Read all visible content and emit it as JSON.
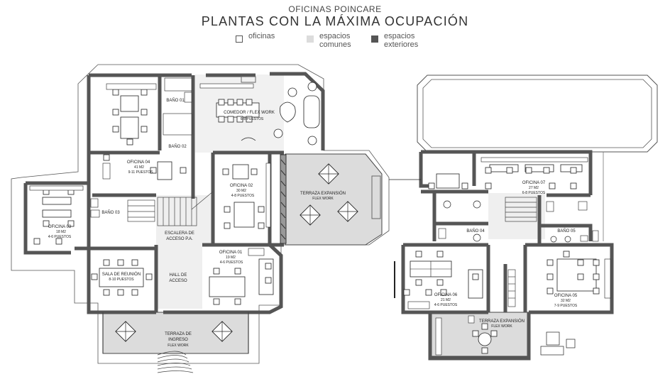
{
  "header": {
    "subtitle": "OFICINAS POINCARE",
    "title": "PLANTAS CON LA MÁXIMA OCUPACIÓN"
  },
  "legend": [
    {
      "label": "oficinas",
      "color": "#ffffff"
    },
    {
      "label": "espacios\ncomunes",
      "color": "#dcdcdc"
    },
    {
      "label": "espacios\nexteriores",
      "color": "#555555"
    }
  ],
  "rooms": {
    "bano_01": "BAÑO 01",
    "bano_02": "BAÑO 02",
    "bano_03": "BAÑO 03",
    "bano_04": "BAÑO 04",
    "bano_05": "BAÑO 05",
    "comedor": [
      "COMEDOR / FLEX WORK",
      "6-8 PUESTOS"
    ],
    "oficina_04": [
      "OFICINA 04",
      "41 M2",
      "9-11 PUESTOS"
    ],
    "oficina_03": [
      "OFICINA 03",
      "18 M2",
      "4-6 PUESTOS"
    ],
    "oficina_02": [
      "OFICINA 02",
      "30 M2",
      "4-8 PUESTOS"
    ],
    "oficina_01": [
      "OFICINA 01",
      "19 M2",
      "4-6 PUESTOS"
    ],
    "terraza_expansion_1": [
      "TERRAZA EXPANSIÓN",
      "FLEX WORK"
    ],
    "escalera": [
      "ESCALERA DE",
      "ACCESO P.A."
    ],
    "sala_reunion": [
      "SALA DE REUNIÓN",
      "8-10 PUESTOS"
    ],
    "hall": [
      "HALL DE",
      "ACCESO"
    ],
    "terraza_ingreso": [
      "TERRAZA DE",
      "INGRESO",
      "FLEX WORK"
    ],
    "oficina_07": [
      "OFICINA 07",
      "27 M2",
      "6-8 PUESTOS"
    ],
    "oficina_06": [
      "OFICINA 06",
      "21 M2",
      "4-6 PUESTOS"
    ],
    "oficina_05": [
      "OFICINA 05",
      "32 M2",
      "7-9 PUESTOS"
    ],
    "terraza_expansion_2": [
      "TERRAZA EXPANSIÓN",
      "FLEX WORK"
    ]
  }
}
